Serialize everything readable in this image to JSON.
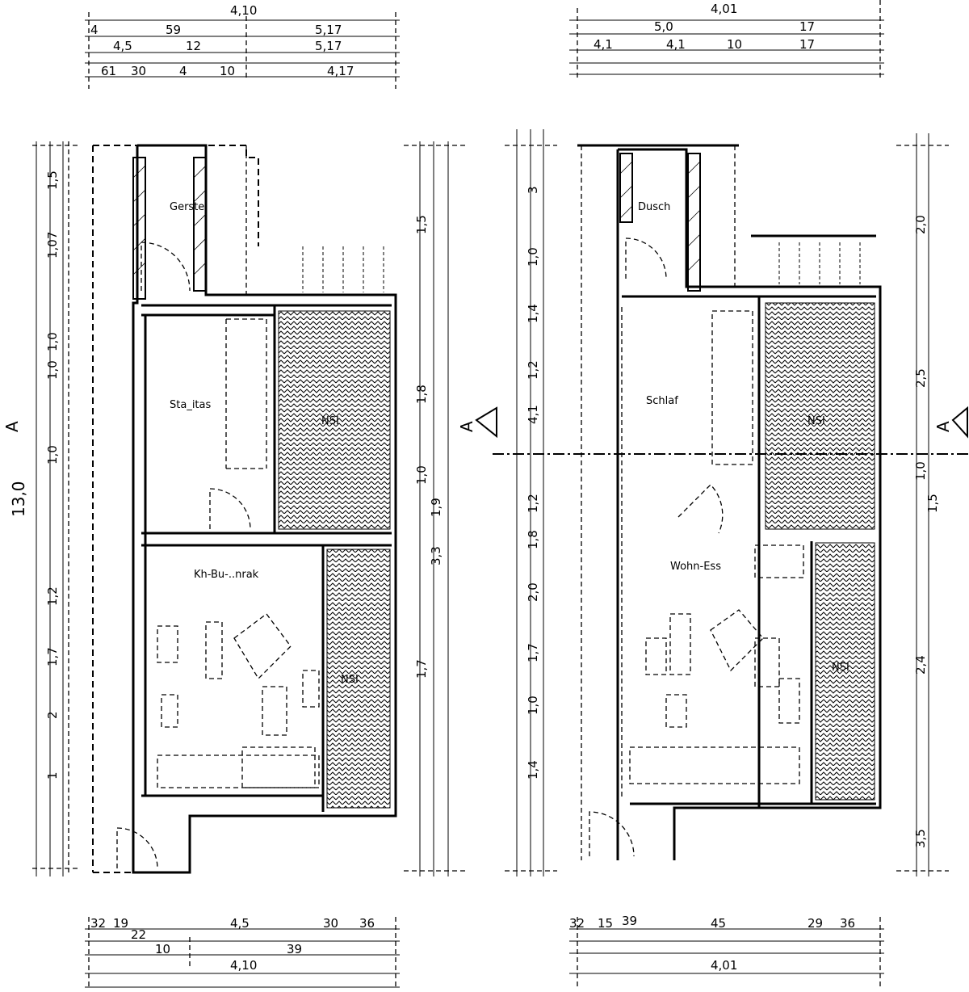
{
  "labels": {
    "left_top": "4,10",
    "right_top": "4,01",
    "left_bottom": "4,10",
    "right_bottom": "4,01",
    "left_height": "13,0",
    "room_ns_left": "NSI",
    "room_ns_left_2": "NSI",
    "room_ns_right": "NSI",
    "room_ns_right_2": "NSI",
    "room_hall": "Sta_itas",
    "room_kitchen": "Kh-Bu-..nrak",
    "room_right_bed": "Schlaf",
    "room_right_living": "Wohn-Ess",
    "room_right_wc": "Dusch",
    "room_left_wc": "Gerste",
    "section_mark": "A"
  },
  "dims_left_vertical": [
    "1,5",
    "1,07",
    "1,0",
    "1,0",
    "1,0",
    "1,2",
    "2",
    "1,7",
    "1"
  ],
  "dims_mid_vertical": [
    "1,5",
    "1,8",
    "1,0",
    "1,9",
    "1,7",
    "3,3"
  ],
  "dims_right_vertical": [
    "3",
    "1,0",
    "1,4",
    "1,2",
    "4,1",
    "1,2",
    "1,8",
    "2,0",
    "1,7",
    "1,0",
    "1,4"
  ],
  "dims_far_right": [
    "2,0",
    "2,5",
    "1,0",
    "1,5",
    "2,4",
    "3,5"
  ],
  "dims_left_top": [
    "4",
    "59",
    "5,17",
    "4,5",
    "12",
    "5,17",
    "61",
    "30",
    "4",
    "10",
    "4,17"
  ],
  "dims_right_top": [
    "5,0",
    "4,1",
    "4,1",
    "17",
    "10",
    "17"
  ],
  "dims_left_bottom": [
    "32",
    "19",
    "22",
    "4,5",
    "30",
    "36",
    "10",
    "39"
  ],
  "dims_right_bottom": [
    "32",
    "15",
    "39",
    "45",
    "29",
    "36"
  ]
}
